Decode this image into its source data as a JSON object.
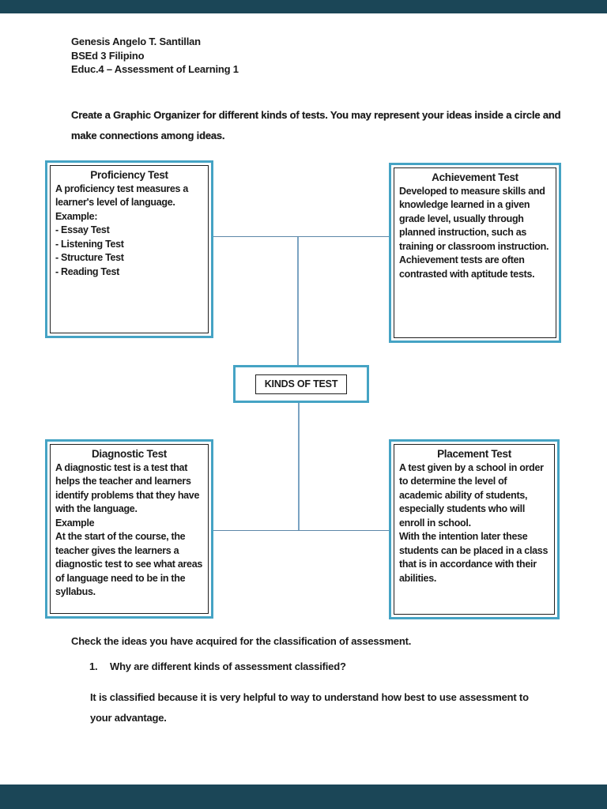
{
  "document": {
    "author": {
      "line1": "Genesis Angelo T. Santillan",
      "line2": "BSEd 3 Filipino",
      "line3": "Educ.4 – Assessment of Learning 1"
    },
    "instruction": "Create a Graphic Organizer for different kinds of tests. You may represent your ideas inside a circle and make connections among ideas.",
    "diagram": {
      "center_label": "KINDS OF TEST",
      "boxes": [
        {
          "id": "proficiency",
          "title": "Proficiency Test",
          "body": "A proficiency test measures a learner's level of language.\nExample:\n- Essay Test\n- Listening Test\n- Structure Test\n- Reading Test"
        },
        {
          "id": "achievement",
          "title": "Achievement Test",
          "body": "Developed to measure skills and knowledge learned in a given grade level, usually through planned instruction, such as training or classroom instruction. Achievement tests are often contrasted with aptitude tests."
        },
        {
          "id": "diagnostic",
          "title": "Diagnostic Test",
          "body": "A diagnostic test is a test that helps the teacher and learners identify problems that they have with the language.\nExample\nAt the start of the course, the teacher gives the learners a diagnostic test to see what areas of language need to be in the syllabus."
        },
        {
          "id": "placement",
          "title": "Placement Test",
          "body": "A test given by a school in order to determine the level of academic ability of students, especially students who will enroll in school.\nWith the intention later these students can be placed in a class that is in accordance with their abilities."
        }
      ]
    },
    "followup": {
      "prompt": "Check the ideas you have acquired for the classification of assessment.",
      "question_number": "1.",
      "question": "Why are different kinds of assessment classified?",
      "answer": "It is classified because it is very helpful to way to understand how best to use assessment to your advantage."
    }
  },
  "colors": {
    "accent_border": "#45a3c4",
    "box_inner_border": "#1f1f1f",
    "connector": "#7aa3c2",
    "connector_dark": "#5d87a8",
    "viewer_background": "#1b4657",
    "page_background": "#ffffff",
    "text": "#1a1a1a"
  }
}
